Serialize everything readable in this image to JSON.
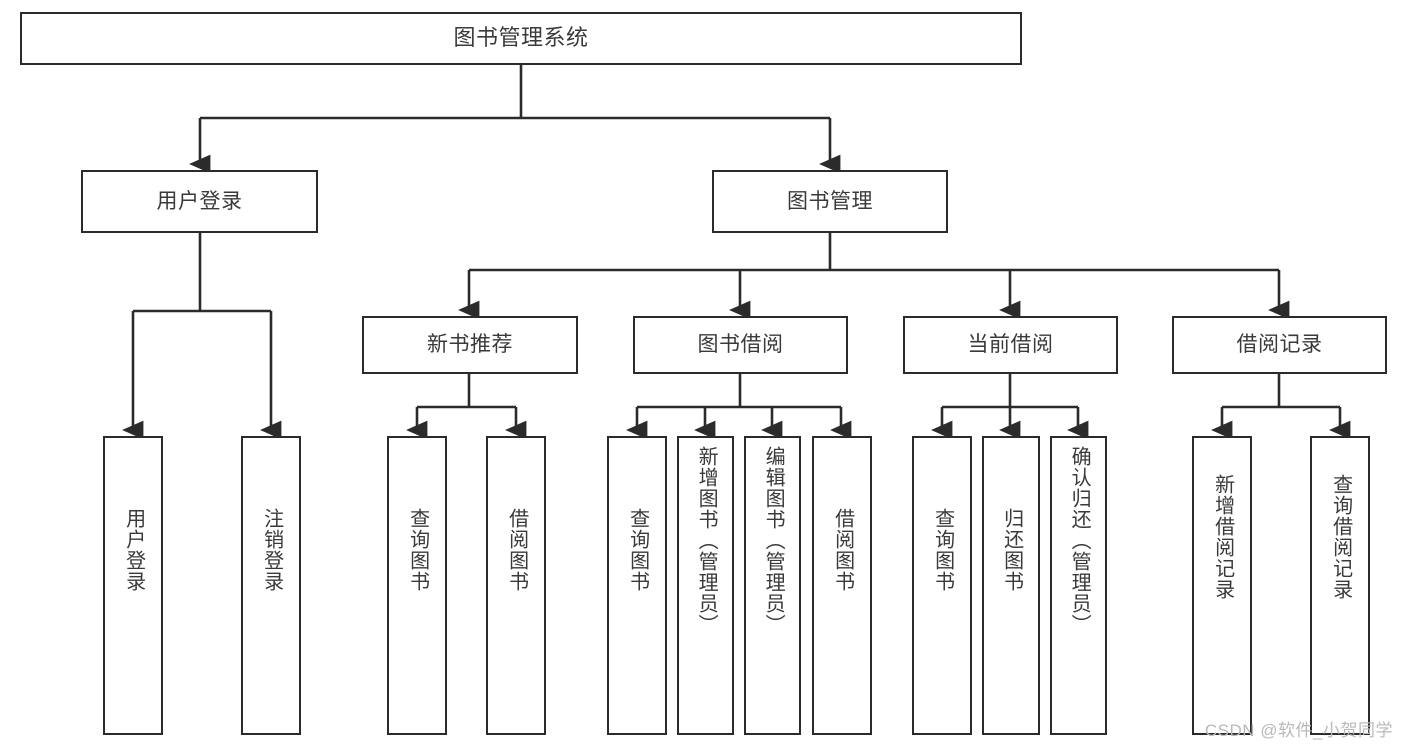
{
  "diagram": {
    "title": "图书管理系统",
    "type": "tree",
    "watermark": "CSDN @软件_小贺同学",
    "colors": {
      "box_border": "#2b2b2b",
      "box_fill": "#ffffff",
      "text": "#3a3a3a",
      "edge": "#2b2b2b",
      "watermark": "#b9b9b9"
    },
    "nodes": {
      "root": {
        "label": "图书管理系统"
      },
      "level1": [
        {
          "label": "用户登录"
        },
        {
          "label": "图书管理"
        }
      ],
      "level2": [
        {
          "label": "新书推荐"
        },
        {
          "label": "图书借阅"
        },
        {
          "label": "当前借阅"
        },
        {
          "label": "借阅记录"
        }
      ],
      "leaves": {
        "user_login": [
          {
            "label": "用户登录"
          },
          {
            "label": "注销登录"
          }
        ],
        "new_book_recommend": [
          {
            "label": "查询图书"
          },
          {
            "label": "借阅图书"
          }
        ],
        "book_borrow": [
          {
            "label": "查询图书"
          },
          {
            "label": "新增图书（管理员）"
          },
          {
            "label": "编辑图书（管理员）"
          },
          {
            "label": "借阅图书"
          }
        ],
        "current_borrow": [
          {
            "label": "查询图书"
          },
          {
            "label": "归还图书"
          },
          {
            "label": "确认归还（管理员）"
          }
        ],
        "borrow_record": [
          {
            "label": "新增借阅记录"
          },
          {
            "label": "查询借阅记录"
          }
        ]
      }
    }
  }
}
